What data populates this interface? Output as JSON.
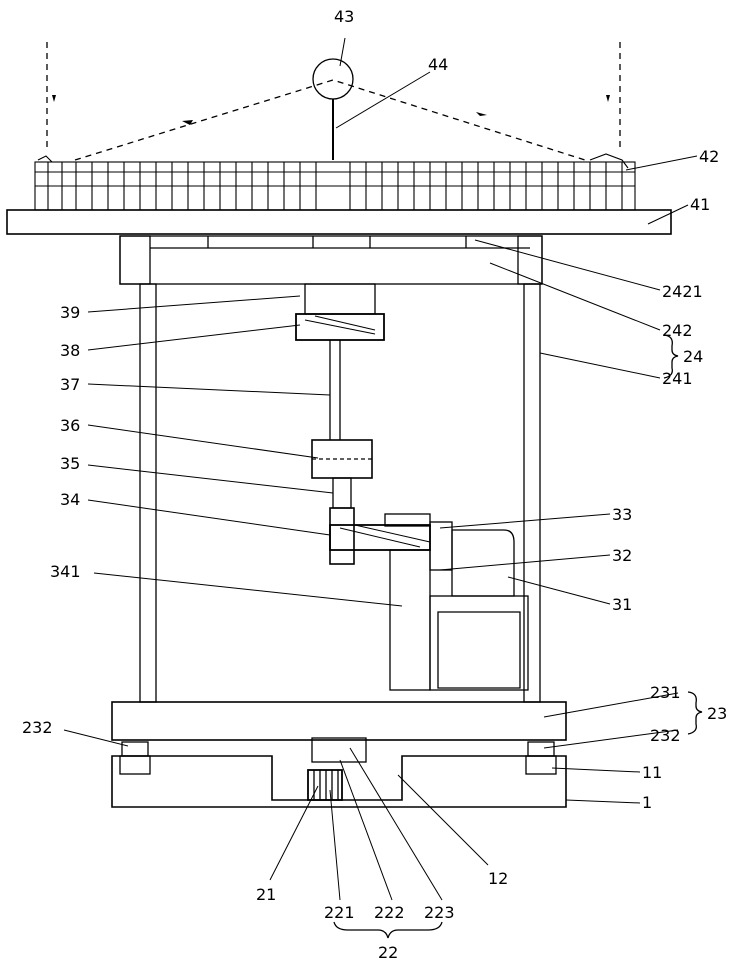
{
  "colors": {
    "line": "#000000",
    "background": "#ffffff"
  },
  "labels": {
    "l43": "43",
    "l44": "44",
    "l42": "42",
    "l41": "41",
    "l2421": "2421",
    "l242": "242",
    "l24": "24",
    "l241": "241",
    "l39": "39",
    "l38": "38",
    "l37": "37",
    "l36": "36",
    "l35": "35",
    "l34": "34",
    "l33": "33",
    "l32": "32",
    "l341": "341",
    "l31": "31",
    "l231": "231",
    "l23": "23",
    "l232a": "232",
    "l232b": "232",
    "l11": "11",
    "l1": "1",
    "l12": "12",
    "l21": "21",
    "l221": "221",
    "l222": "222",
    "l223": "223",
    "l22": "22"
  }
}
